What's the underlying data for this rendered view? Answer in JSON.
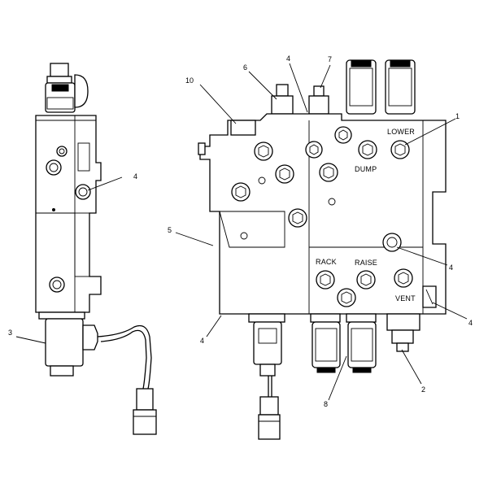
{
  "callouts": {
    "c1": "1",
    "c2": "2",
    "c3": "3",
    "c4a": "4",
    "c4b": "4",
    "c4c": "4",
    "c4d": "4",
    "c4e": "4",
    "c5": "5",
    "c6": "6",
    "c7": "7",
    "c8": "8",
    "c10": "10"
  },
  "ports": {
    "lower": "LOWER",
    "dump": "DUMP",
    "rack": "RACK",
    "raise": "RAISE",
    "vent": "VENT"
  }
}
